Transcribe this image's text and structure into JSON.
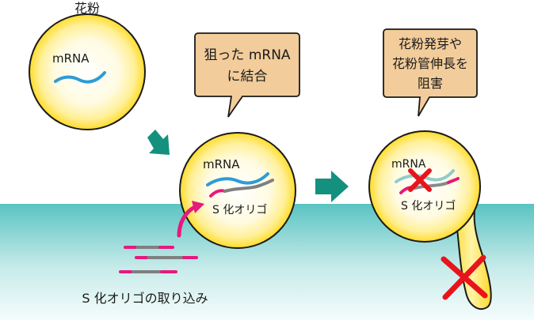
{
  "labels": {
    "pollen": "花粉",
    "mrna": "mRNA",
    "s_oligo": "S 化オリゴ",
    "uptake": "S 化オリゴの取り込み"
  },
  "callouts": {
    "bind": [
      "狙った mRNA",
      "に結合"
    ],
    "inhibit": [
      "花粉発芽や",
      "花粉管伸長を",
      "阻害"
    ]
  },
  "colors": {
    "mrna_strand": "#2e9bd6",
    "oligo_pink": "#e6197d",
    "oligo_gray": "#7f7f7f",
    "arrow_teal": "#14907f",
    "cross_red": "#e8141c",
    "callout_fill": "#f2cc9a",
    "pollen_yellow": "#ffe43a",
    "water_teal": "#5ac4c2"
  }
}
